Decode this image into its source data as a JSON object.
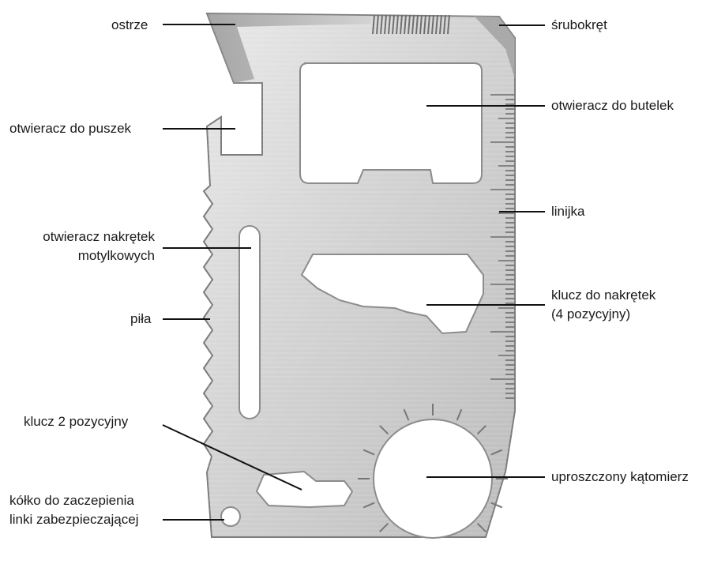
{
  "colors": {
    "steel_light": "#e4e4e4",
    "steel_mid": "#c9c9c9",
    "steel_dark": "#9a9a9a",
    "edge": "#7c7c7c",
    "leader": "#111111",
    "text": "#1a1a1a"
  },
  "labels": {
    "blade": "ostrze",
    "screwdriver": "śrubokręt",
    "can_opener": "otwieracz do puszek",
    "bottle_opener": "otwieracz do butelek",
    "ruler": "linijka",
    "wingnut_line1": "otwieracz nakrętek",
    "wingnut_line2": "motylkowych",
    "saw": "piła",
    "wrench_line1": "klucz do nakrętek",
    "wrench_line2": "(4 pozycyjny)",
    "wrench2": "klucz 2 pozycyjny",
    "protractor": "uproszczony kątomierz",
    "lanyard_line1": "kółko do zaczepienia",
    "lanyard_line2": "linki zabezpieczającej"
  }
}
